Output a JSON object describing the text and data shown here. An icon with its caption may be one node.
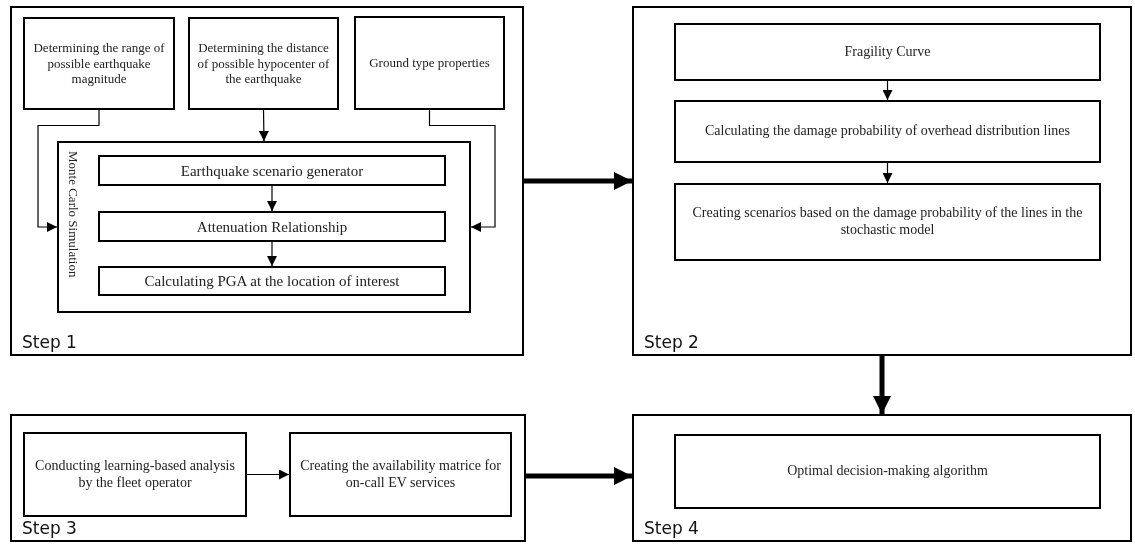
{
  "diagram": {
    "nodes": [
      {
        "text": [
          "Step 1"
        ]
      },
      {
        "text": [
          "Determining the range of possible earthquake magnitude"
        ],
        "in": 0
      },
      {
        "text": [
          "Determining the distance of possible hypocenter of the earthquake"
        ],
        "in": 0
      },
      {
        "text": [
          "Ground type properties"
        ],
        "in": 0
      },
      {
        "text": [
          "Monte Carlo Simulation"
        ],
        "in": 0
      },
      {
        "text": [
          "Earthquake scenario generator"
        ],
        "in": 4
      },
      {
        "text": [
          "Attenuation Relationship"
        ],
        "in": 4
      },
      {
        "text": [
          "Calculating PGA at the location of interest"
        ],
        "in": 4
      },
      {
        "text": [
          "Step 2"
        ]
      },
      {
        "text": [
          "Fragility Curve"
        ],
        "in": 8
      },
      {
        "text": [
          "Calculating the damage probability of overhead distribution lines"
        ],
        "in": 8
      },
      {
        "text": [
          "Creating scenarios based on the damage probability of the lines in the stochastic model"
        ],
        "in": 8
      },
      {
        "text": [
          "Step 3"
        ]
      },
      {
        "text": [
          "Conducting learning-based analysis by the fleet operator"
        ],
        "in": 12
      },
      {
        "text": [
          "Creating the availability matrice for on-call EV services"
        ],
        "in": 12
      },
      {
        "text": [
          "Step 4"
        ]
      },
      {
        "text": [
          "Optimal decision-making algorithm"
        ],
        "in": 15
      }
    ],
    "edges": [
      {
        "from": 1,
        "to": 4,
        "arrow": "to"
      },
      {
        "from": 2,
        "to": 4,
        "arrow": "to"
      },
      {
        "from": 3,
        "to": 4,
        "arrow": "to"
      },
      {
        "from": 5,
        "to": 6,
        "arrow": "to"
      },
      {
        "from": 6,
        "to": 7,
        "arrow": "to"
      },
      {
        "from": 0,
        "to": 8,
        "arrow": "to",
        "style": "thick"
      },
      {
        "from": 9,
        "to": 10,
        "arrow": "to"
      },
      {
        "from": 10,
        "to": 11,
        "arrow": "to"
      },
      {
        "from": 8,
        "to": 15,
        "arrow": "to",
        "style": "thick"
      },
      {
        "from": 13,
        "to": 14,
        "arrow": "to"
      },
      {
        "from": 12,
        "to": 15,
        "arrow": "to",
        "style": "thick"
      }
    ]
  }
}
